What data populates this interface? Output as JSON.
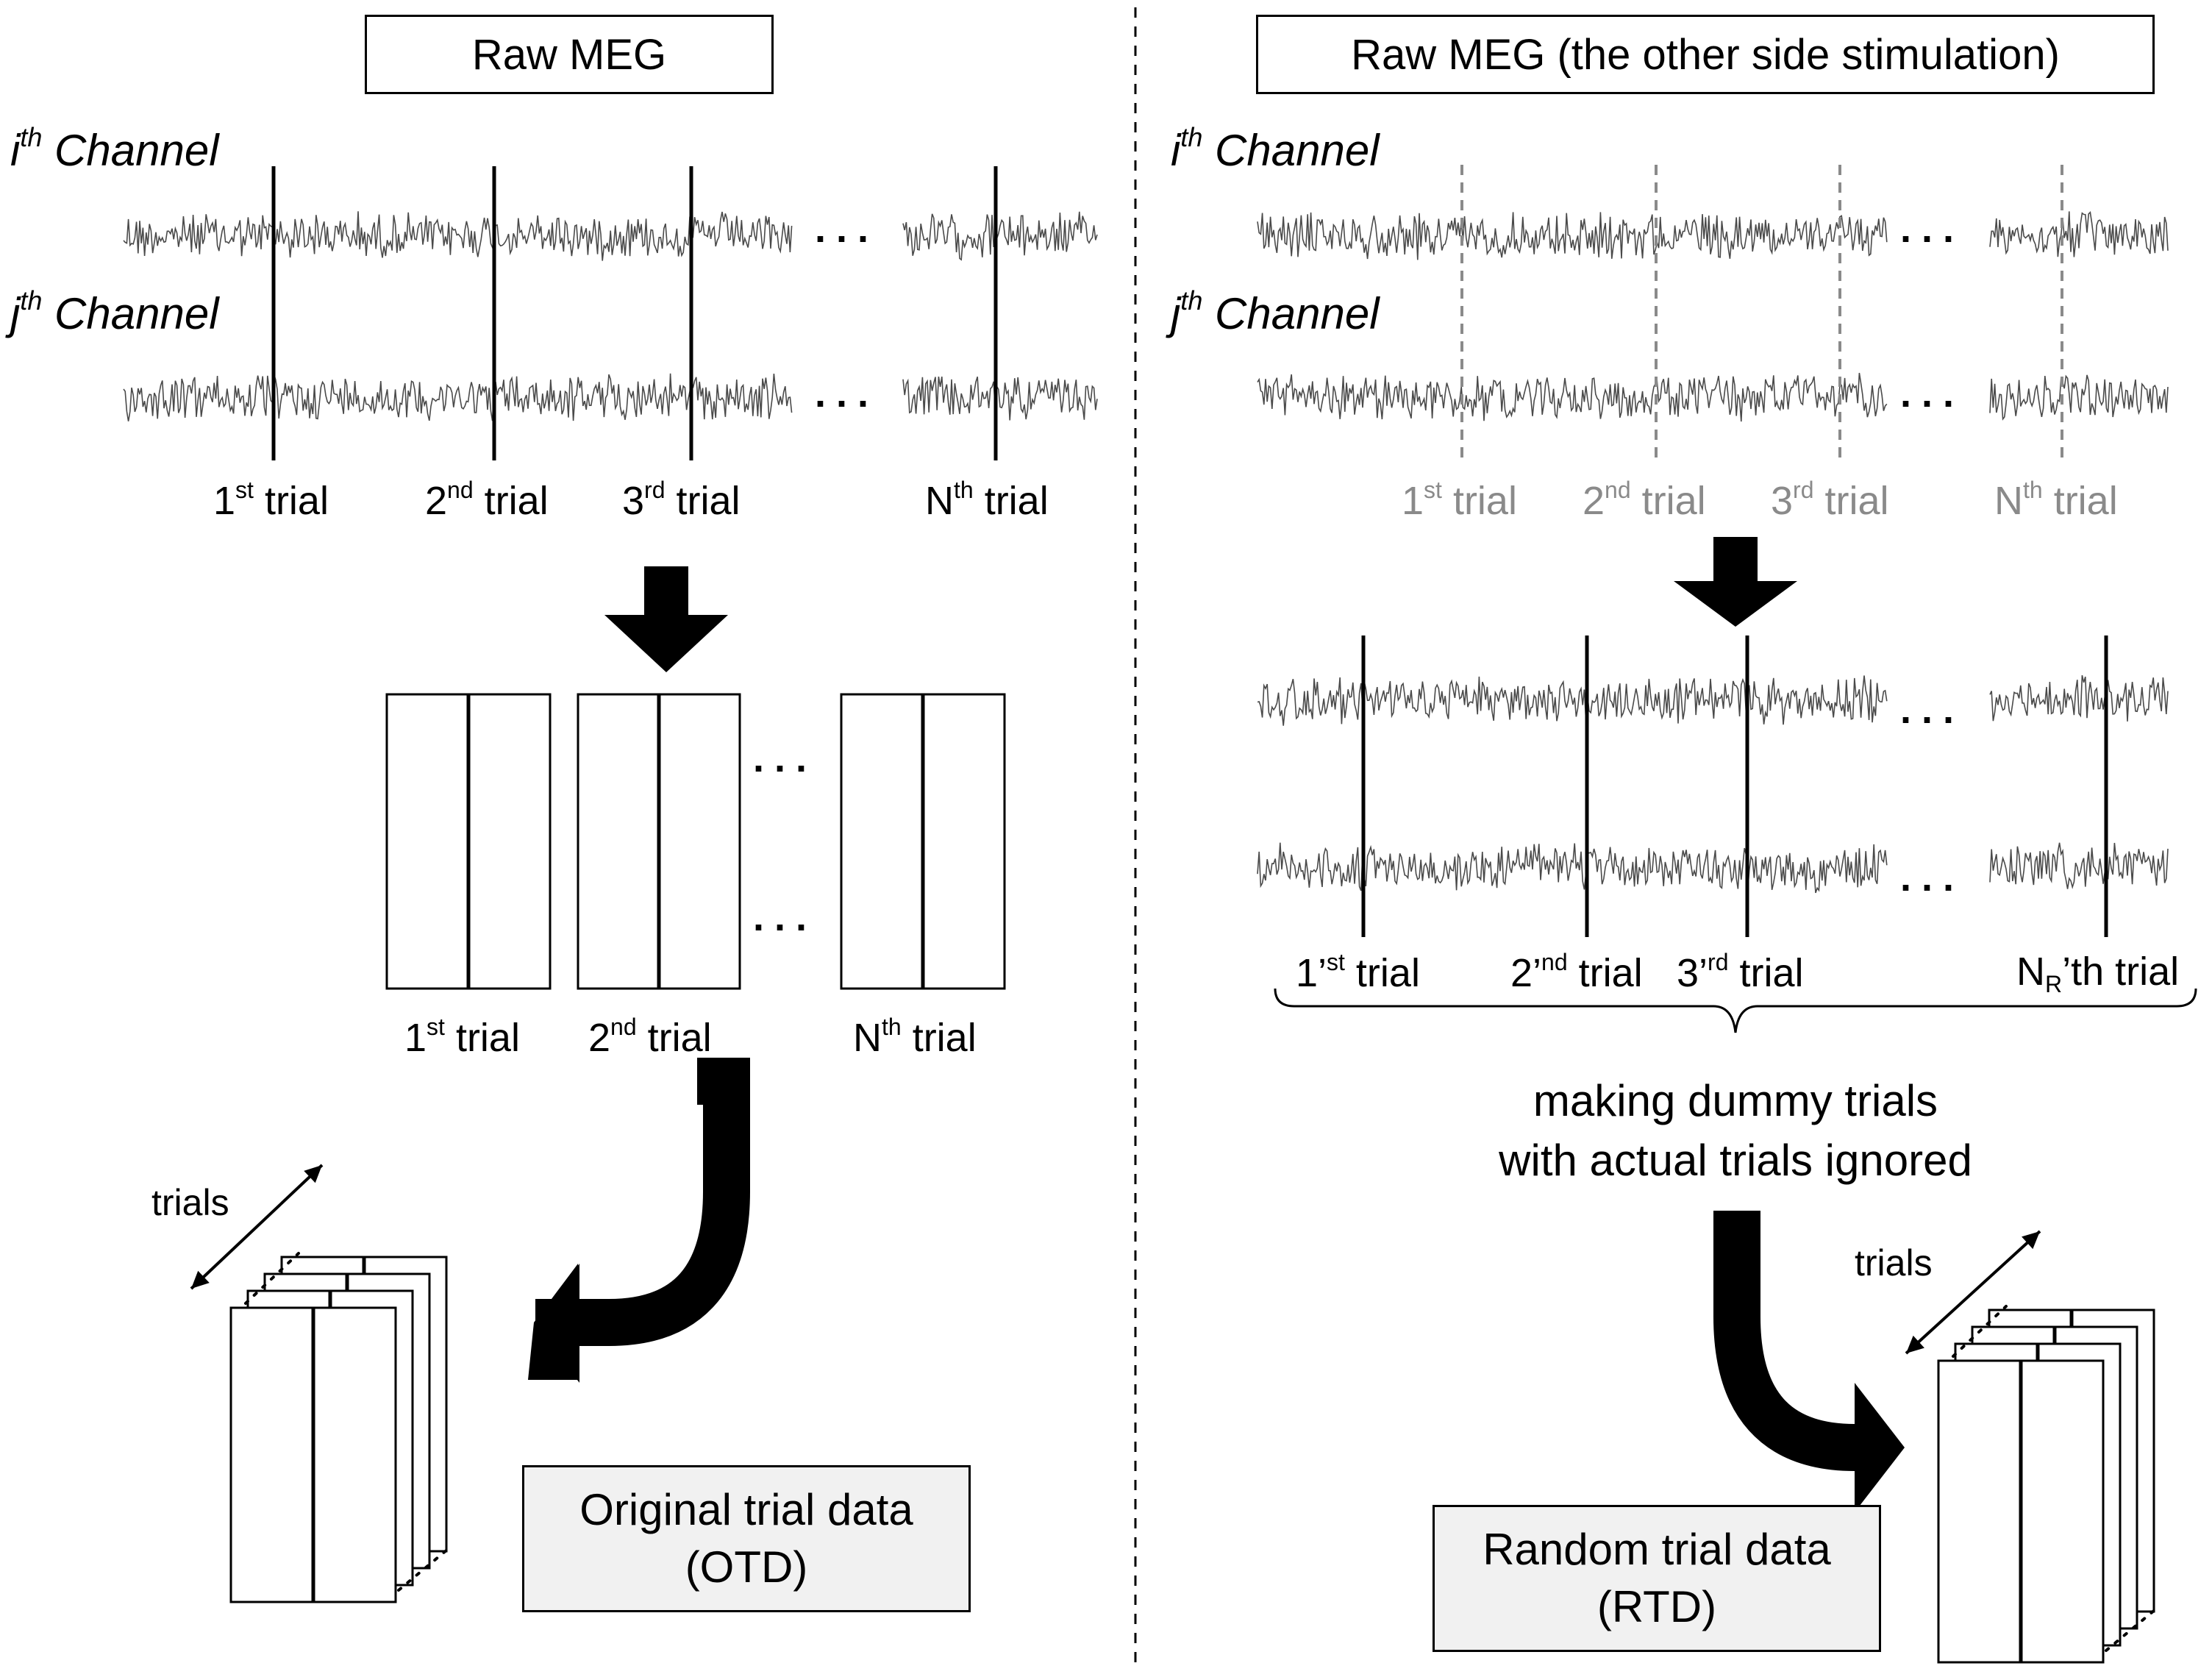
{
  "left": {
    "title": "Raw MEG",
    "channel_i": {
      "letter": "i",
      "sup": "th",
      "text": " Channel"
    },
    "channel_j": {
      "letter": "j",
      "sup": "th",
      "text": " Channel"
    },
    "trials": [
      {
        "pre": "1",
        "sup": "st",
        "post": " trial"
      },
      {
        "pre": "2",
        "sup": "nd",
        "post": " trial"
      },
      {
        "pre": "3",
        "sup": "rd",
        "post": " trial"
      },
      {
        "pre": "N",
        "sup": "th",
        "post": " trial"
      }
    ],
    "epoch_labels": [
      {
        "pre": "1",
        "sup": "st",
        "post": " trial"
      },
      {
        "pre": "2",
        "sup": "nd",
        "post": " trial"
      },
      {
        "pre": "N",
        "sup": "th",
        "post": " trial"
      }
    ],
    "stack_axis_label": "trials",
    "result_line1": "Original trial data",
    "result_line2": "(OTD)",
    "ellipsis": "..."
  },
  "right": {
    "title": "Raw MEG (the other side stimulation)",
    "channel_i": {
      "letter": "i",
      "sup": "th",
      "text": " Channel"
    },
    "channel_j": {
      "letter": "j",
      "sup": "th",
      "text": " Channel"
    },
    "trials": [
      {
        "pre": "1",
        "sup": "st",
        "post": " trial"
      },
      {
        "pre": "2",
        "sup": "nd",
        "post": " trial"
      },
      {
        "pre": "3",
        "sup": "rd",
        "post": " trial"
      },
      {
        "pre": "N",
        "sup": "th",
        "post": " trial"
      }
    ],
    "dummy_trials": [
      {
        "pre": "1’",
        "sup": "st",
        "post": " trial"
      },
      {
        "pre": "2’",
        "sup": "nd",
        "post": " trial"
      },
      {
        "pre": "3’",
        "sup": "rd",
        "post": " trial"
      }
    ],
    "dummy_last": {
      "pre": "N",
      "sub": "R",
      "post": "’th trial"
    },
    "note_line1": "making dummy trials",
    "note_line2": "with actual trials ignored",
    "stack_axis_label": "trials",
    "result_line1": "Random trial data",
    "result_line2": "(RTD)",
    "ellipsis": "..."
  },
  "colors": {
    "stroke": "#000000",
    "signal": "#4a4a4a",
    "dashed_marker": "#8a8a8a",
    "result_box_fill": "#f1f1f1"
  }
}
